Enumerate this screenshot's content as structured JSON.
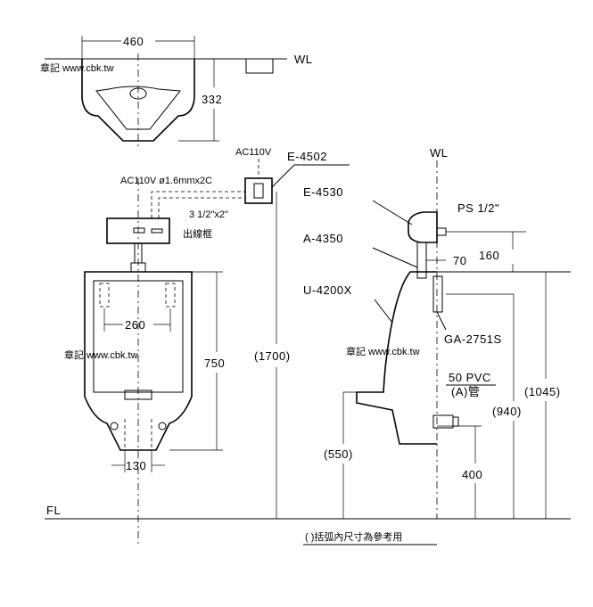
{
  "top_view": {
    "width_dim": "460",
    "depth_dim": "332",
    "wall_label": "WL"
  },
  "front_view": {
    "supply_label": "AC110V ø1.6mmx2C",
    "outlet_box": "3 1/2\"x2\"",
    "outlet_box_name": "出線框",
    "bolt_spacing": "260",
    "height_750": "750",
    "height_1700": "(1700)",
    "drain_width": "130"
  },
  "side_view": {
    "wall_label": "WL",
    "power_label": "AC110V",
    "sensor_model": "E-4502",
    "flush_valve_model": "E-4530",
    "supply_pipe": "PS 1/2\"",
    "valve_model": "A-4350",
    "urinal_model": "U-4200X",
    "trap_model": "GA-2751S",
    "drain_pipe": "50 PVC",
    "drain_pipe_type": "(A)管",
    "dim_70": "70",
    "dim_160": "160",
    "dim_1045": "(1045)",
    "dim_940": "(940)",
    "dim_550": "(550)",
    "dim_400": "400"
  },
  "floor_label": "FL",
  "footnote": "( )括弧內尺寸為參考用",
  "watermark": "章記 www.cbk.tw"
}
